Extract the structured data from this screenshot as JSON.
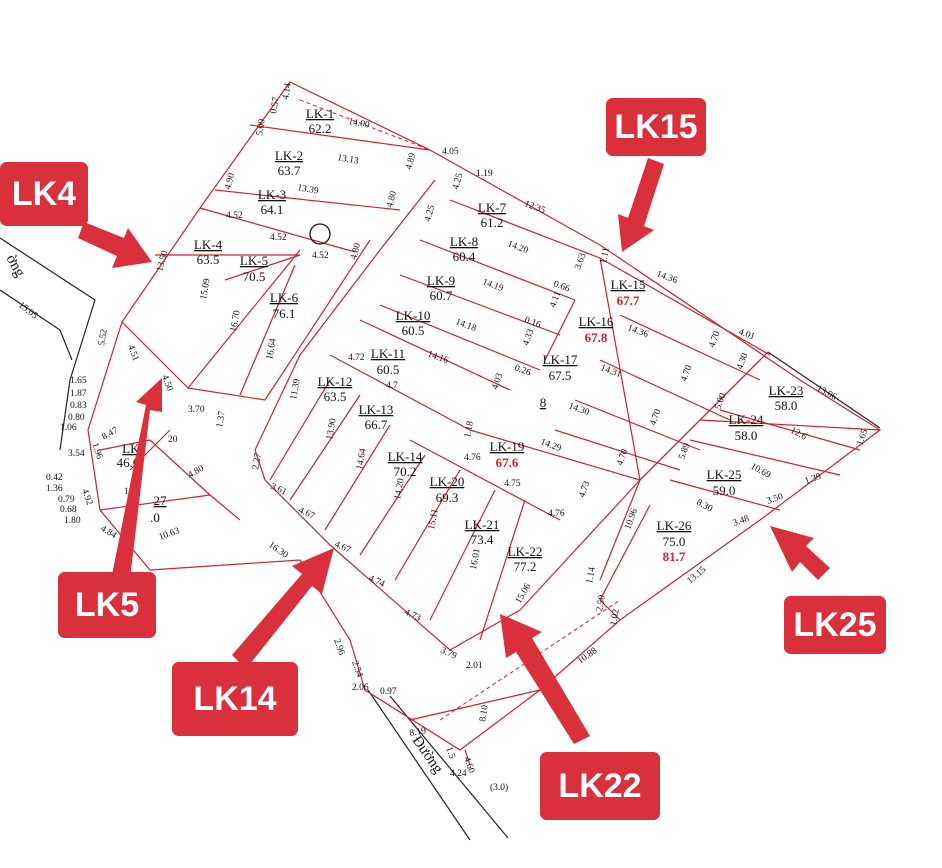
{
  "lots": [
    {
      "id": "LK-1",
      "area": "62.2",
      "highlight": false
    },
    {
      "id": "LK-2",
      "area": "63.7",
      "highlight": false
    },
    {
      "id": "LK-3",
      "area": "64.1",
      "highlight": false
    },
    {
      "id": "LK-4",
      "area": "63.5",
      "highlight": false
    },
    {
      "id": "LK-5",
      "area": "70.5",
      "highlight": false
    },
    {
      "id": "LK-6",
      "area": "76.1",
      "highlight": false
    },
    {
      "id": "LK-7",
      "area": "61.2",
      "highlight": false
    },
    {
      "id": "LK-8",
      "area": "60.4",
      "highlight": false
    },
    {
      "id": "LK-9",
      "area": "60.7",
      "highlight": false
    },
    {
      "id": "LK-10",
      "area": "60.5",
      "highlight": false
    },
    {
      "id": "LK-11",
      "area": "60.5",
      "highlight": false
    },
    {
      "id": "LK-12",
      "area": "63.5",
      "highlight": false
    },
    {
      "id": "LK-13",
      "area": "66.7",
      "highlight": false
    },
    {
      "id": "LK-14",
      "area": "70.2",
      "highlight": false
    },
    {
      "id": "LK-15",
      "area": "67.7",
      "highlight": true
    },
    {
      "id": "LK-16",
      "area": "67.8",
      "highlight": true
    },
    {
      "id": "LK-17",
      "area": "67.5",
      "highlight": false
    },
    {
      "id": "LK-19",
      "area": "67.6",
      "highlight": true
    },
    {
      "id": "LK-20",
      "area": "69.3",
      "highlight": false
    },
    {
      "id": "LK-21",
      "area": "73.4",
      "highlight": false
    },
    {
      "id": "LK-22",
      "area": "77.2",
      "highlight": false
    },
    {
      "id": "LK-23",
      "area": "58.0",
      "highlight": false
    },
    {
      "id": "LK-24",
      "area": "58.0",
      "highlight": false
    },
    {
      "id": "LK-25",
      "area": "59.0",
      "highlight": false
    },
    {
      "id": "LK-26",
      "area": "75.0",
      "highlight": false,
      "area2": "81.7"
    },
    {
      "id": "LK-",
      "area": "46.0",
      "highlight": false
    },
    {
      "id": "27",
      "area": ".0",
      "highlight": false
    }
  ],
  "partial_labels": {
    "lk18": "8"
  },
  "dimensions": [
    "4.14",
    "0.57",
    "5.00",
    "14.00",
    "13.13",
    "13.39",
    "4.89",
    "4.05",
    "1.19",
    "4.90",
    "4.80",
    "4.52",
    "4.52",
    "4.52",
    "4.80",
    "4.25",
    "4.25",
    "12.35",
    "14.20",
    "14.19",
    "14.18",
    "14.16",
    "3.63",
    "0.66",
    "4.11",
    "0.16",
    "4.33",
    "0.26",
    "4.03",
    "1.11",
    "14.36",
    "14.36",
    "14.31",
    "14.30",
    "14.29",
    "4.70",
    "4.70",
    "4.70",
    "4.70",
    "4.01",
    "4.30",
    "13.06",
    "12.6",
    "1.65",
    "5.00",
    "5.89",
    "10.69",
    "1.39",
    "3.50",
    "3.48",
    "8.30",
    "10.96",
    "13.15",
    "1.14",
    "2.50",
    "1.02",
    "10.88",
    "8.10",
    "13.50",
    "15.09",
    "16.70",
    "16.64",
    "11.39",
    "3.70",
    "1.37",
    "5.52",
    "4.51",
    "4.50",
    "15.05",
    "1.65",
    "1.87",
    "0.83",
    "0.80",
    "1.06",
    "1.96",
    "8.47",
    "3.54",
    "0.42",
    "1.36",
    "0.79",
    "0.68",
    "1.80",
    "4.92",
    "10.",
    "4.84",
    "10.63",
    "4.80",
    "2.27",
    "3.61",
    "4.67",
    "4.67",
    "4.74",
    "4.73",
    "3.79",
    "2.01",
    "16.30",
    "2.96",
    "2.54",
    "2.06",
    "0.97",
    "8.19",
    "1.5",
    "4.60",
    "4.24",
    "(3.0)",
    "4.72",
    "4.7",
    "4.76",
    "4.75",
    "4.76",
    "4.73",
    "13.90",
    "14.64",
    "14.20",
    "15.11",
    "16.01",
    "15.06",
    "1.18",
    "20"
  ],
  "streets": [
    "Đường",
    "ờng"
  ],
  "callouts": [
    "LK4",
    "LK15",
    "LK5",
    "LK14",
    "LK22",
    "LK25"
  ],
  "colors": {
    "boundary": "#d3202a",
    "callout_bg": "#d9303c",
    "callout_text": "#ffffff",
    "text": "#111111"
  }
}
